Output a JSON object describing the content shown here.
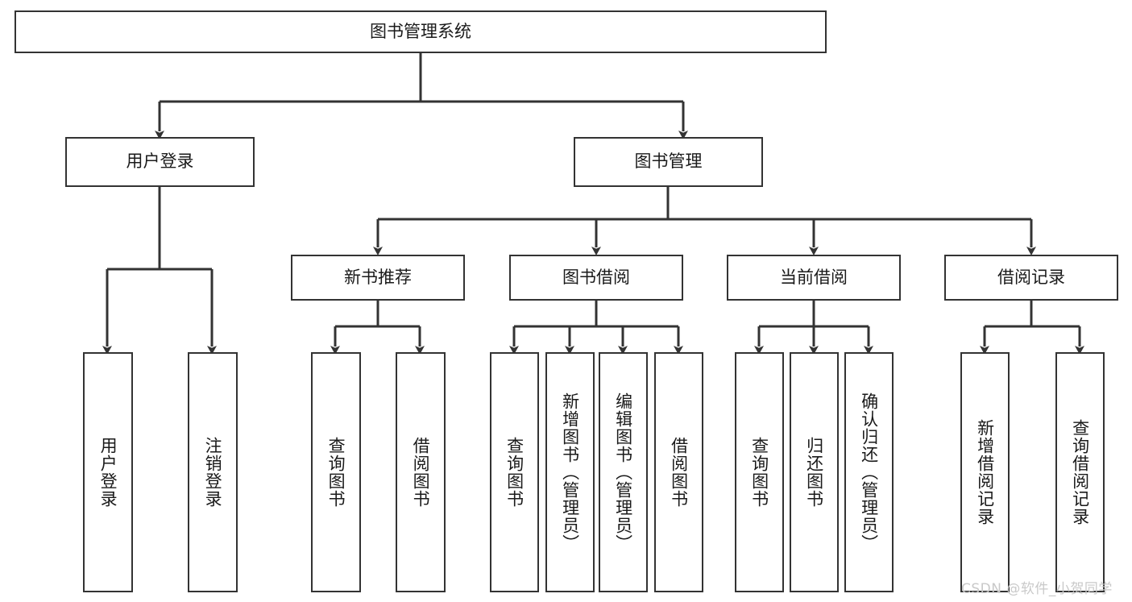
{
  "diagram": {
    "title": "图书管理系统",
    "type": "hierarchy-tree",
    "watermark": "CSDN @软件_小贺同学",
    "colors": {
      "box_border": "#333333",
      "box_fill": "#ffffff",
      "connector": "#333333",
      "text": "#1a1a1a",
      "watermark": "#c9c9c9",
      "background": "#ffffff"
    },
    "nodes": {
      "root": {
        "label": "图书管理系统",
        "orientation": "horizontal"
      },
      "level2": [
        {
          "label": "用户登录",
          "orientation": "horizontal"
        },
        {
          "label": "图书管理",
          "orientation": "horizontal"
        }
      ],
      "level3": [
        {
          "label": "新书推荐",
          "orientation": "horizontal"
        },
        {
          "label": "图书借阅",
          "orientation": "horizontal"
        },
        {
          "label": "当前借阅",
          "orientation": "horizontal"
        },
        {
          "label": "借阅记录",
          "orientation": "horizontal"
        }
      ],
      "leaves": {
        "user_login": [
          {
            "label": "用户登录",
            "orientation": "vertical"
          },
          {
            "label": "注销登录",
            "orientation": "vertical"
          }
        ],
        "new_book_recommend": [
          {
            "label": "查询图书",
            "orientation": "vertical"
          },
          {
            "label": "借阅图书",
            "orientation": "vertical"
          }
        ],
        "book_borrow": [
          {
            "label": "查询图书",
            "orientation": "vertical"
          },
          {
            "label": "新增图书（管理员）",
            "orientation": "vertical"
          },
          {
            "label": "编辑图书（管理员）",
            "orientation": "vertical"
          },
          {
            "label": "借阅图书",
            "orientation": "vertical"
          }
        ],
        "current_borrow": [
          {
            "label": "查询图书",
            "orientation": "vertical"
          },
          {
            "label": "归还图书",
            "orientation": "vertical"
          },
          {
            "label": "确认归还（管理员）",
            "orientation": "vertical"
          }
        ],
        "borrow_record": [
          {
            "label": "新增借阅记录",
            "orientation": "vertical"
          },
          {
            "label": "查询借阅记录",
            "orientation": "vertical"
          }
        ]
      }
    }
  }
}
